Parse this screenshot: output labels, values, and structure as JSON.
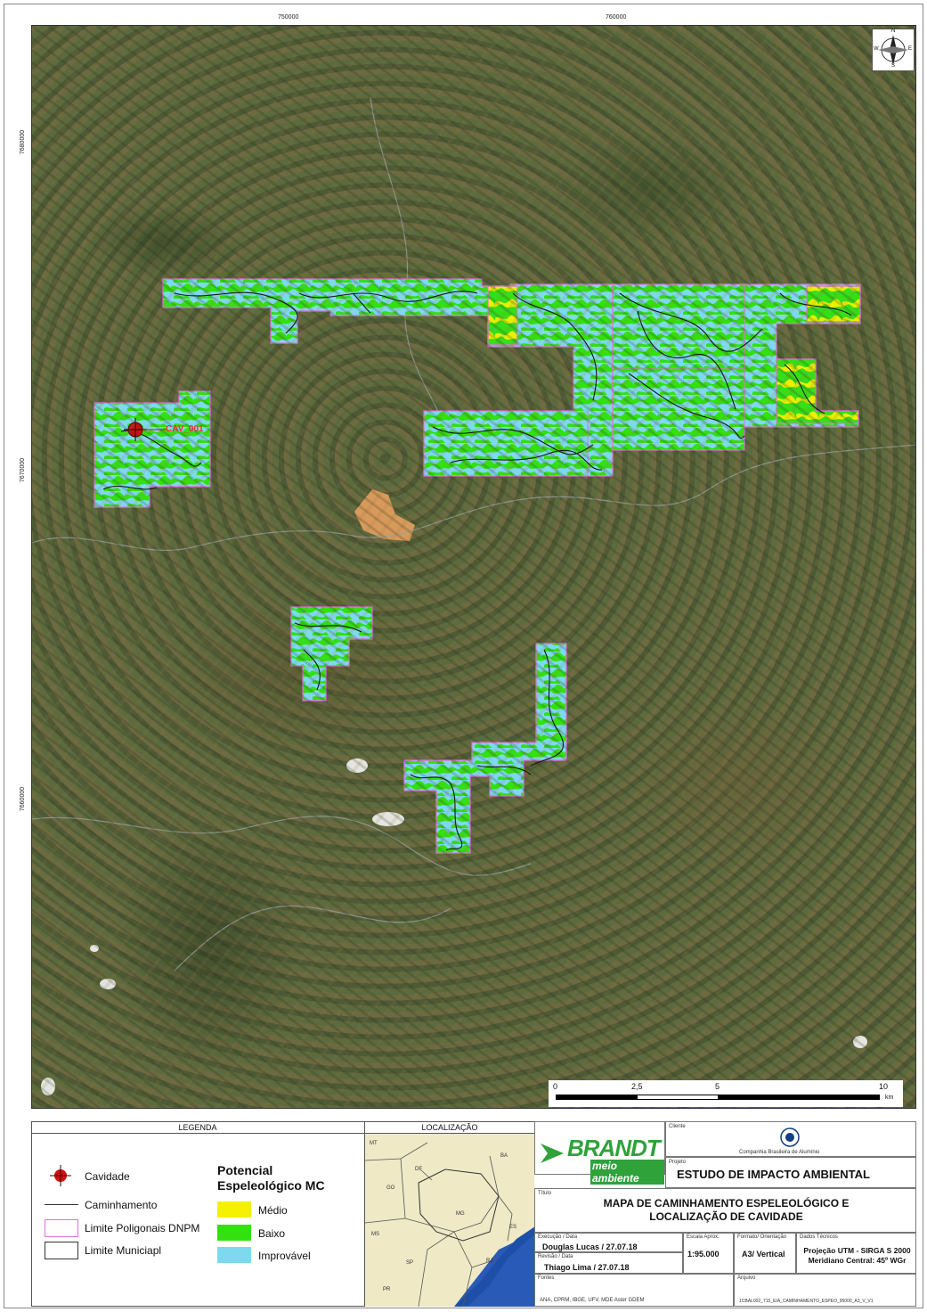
{
  "coords": {
    "top_x": [
      "750000",
      "760000"
    ],
    "left_y": [
      "7680000",
      "7670000",
      "7660000"
    ]
  },
  "map": {
    "cave_label": "CAV_001",
    "compass": {
      "n": "N",
      "s": "S",
      "e": "E",
      "w": "W"
    },
    "scale": {
      "ticks": [
        "0",
        "2,5",
        "5",
        "10"
      ],
      "unit": "km"
    },
    "colors": {
      "medio": "#f5f000",
      "baixo": "#33e010",
      "improvavel": "#7ed9f0",
      "boundary": "#e070e0",
      "cave": "#d01010",
      "mining": "#d89a5a"
    }
  },
  "legend": {
    "header": "LEGENDA",
    "cavidade": "Cavidade",
    "caminhamento": "Caminhamento",
    "limite_dnpm": "Limite Poligonais DNPM",
    "limite_municipal": "Limite Municiapl",
    "potencial_title_1": "Potencial",
    "potencial_title_2": "Espeleológico MC",
    "medio": "Médio",
    "baixo": "Baixo",
    "improvavel": "Improvável"
  },
  "location": {
    "header": "LOCALIZAÇÃO",
    "states": [
      "MT",
      "DF",
      "GO",
      "BA",
      "MG",
      "ES",
      "MS",
      "RJ",
      "SP",
      "PR"
    ]
  },
  "titleblock": {
    "logo_main": "BRANDT",
    "logo_sub": "meio ambiente",
    "cliente_label": "Cliente",
    "cliente_name": "Companhia Brasileira de Alumínio",
    "projeto_label": "Projeto",
    "projeto": "ESTUDO DE IMPACTO AMBIENTAL",
    "titulo_label": "Título",
    "titulo_1": "MAPA DE CAMINHAMENTO ESPELEOLÓGICO E",
    "titulo_2": "LOCALIZAÇÃO DE CAVIDADE",
    "execucao_label": "Execução / Data",
    "execucao": "Douglas Lucas / 27.07.18",
    "revisao_label": "Revisão / Data",
    "revisao": "Thiago Lima / 27.07.18",
    "escala_label": "Escala Aprox.",
    "escala": "1:95.000",
    "formato_label": "Formato/ Orientação",
    "formato": "A3/ Vertical",
    "dados_label": "Dados Técnicos",
    "dados_1": "Projeção UTM - SIRGA S 2000",
    "dados_2": "Meridiano Central: 45º WGr",
    "fontes_label": "Fontes",
    "fontes": "ANA, CPRM, IBGE, UFV, MDE Aster GDEM",
    "arquivo_label": "Arquivo",
    "arquivo": "1CBAL002_715_EIA_CAMINHAMENTO_ESPEO_95000_A3_V_V1"
  }
}
